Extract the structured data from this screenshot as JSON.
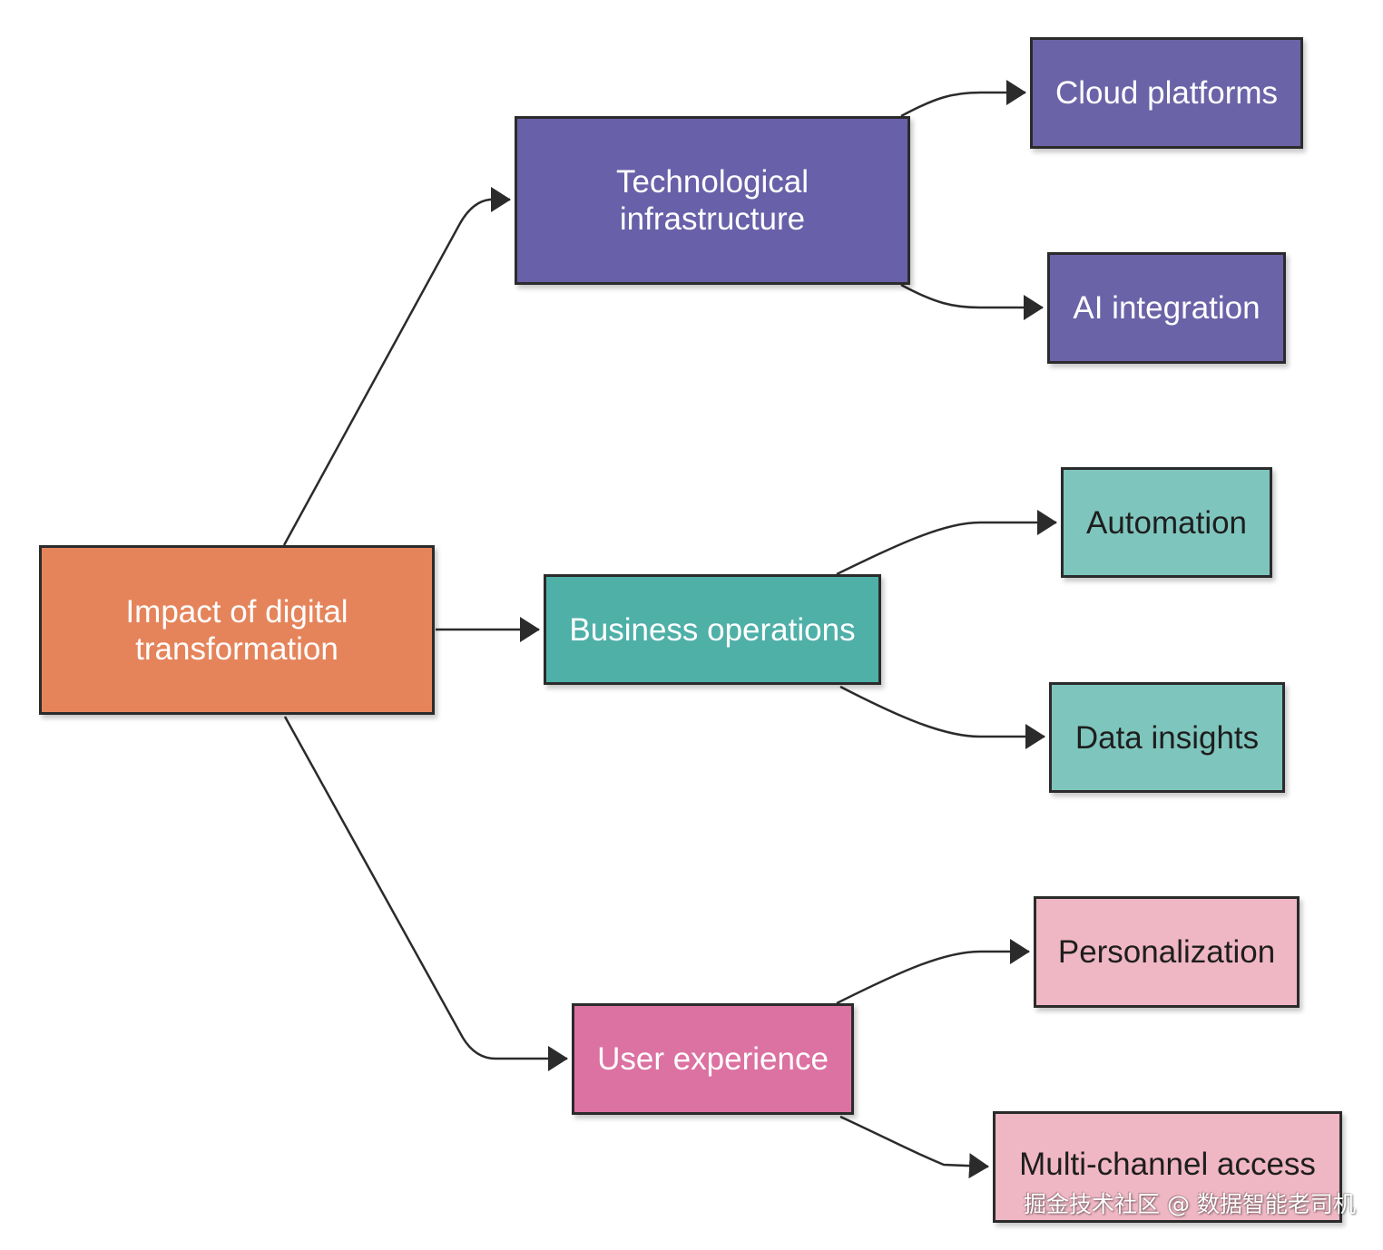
{
  "diagram": {
    "nodes": {
      "root": "Impact of digital\ntransformation",
      "tech": "Technological\ninfrastructure",
      "biz": "Business operations",
      "ux": "User experience",
      "cloud": "Cloud platforms",
      "ai": "AI integration",
      "auto": "Automation",
      "data": "Data insights",
      "pers": "Personalization",
      "multi": "Multi-channel access"
    },
    "edges": [
      {
        "from": "root",
        "to": "tech"
      },
      {
        "from": "root",
        "to": "biz"
      },
      {
        "from": "root",
        "to": "ux"
      },
      {
        "from": "tech",
        "to": "cloud"
      },
      {
        "from": "tech",
        "to": "ai"
      },
      {
        "from": "biz",
        "to": "auto"
      },
      {
        "from": "biz",
        "to": "data"
      },
      {
        "from": "ux",
        "to": "pers"
      },
      {
        "from": "ux",
        "to": "multi"
      }
    ],
    "colors": {
      "root": "#e5845b",
      "tech": "#6860a8",
      "biz": "#4fb0a8",
      "ux": "#dc72a2",
      "tech_children": "#6b63a8",
      "biz_children": "#7ec5bd",
      "ux_children": "#efb6c3",
      "border": "#2b2b2b",
      "arrow": "#2b2b2b"
    }
  },
  "watermark": "掘金技术社区 @ 数据智能老司机"
}
